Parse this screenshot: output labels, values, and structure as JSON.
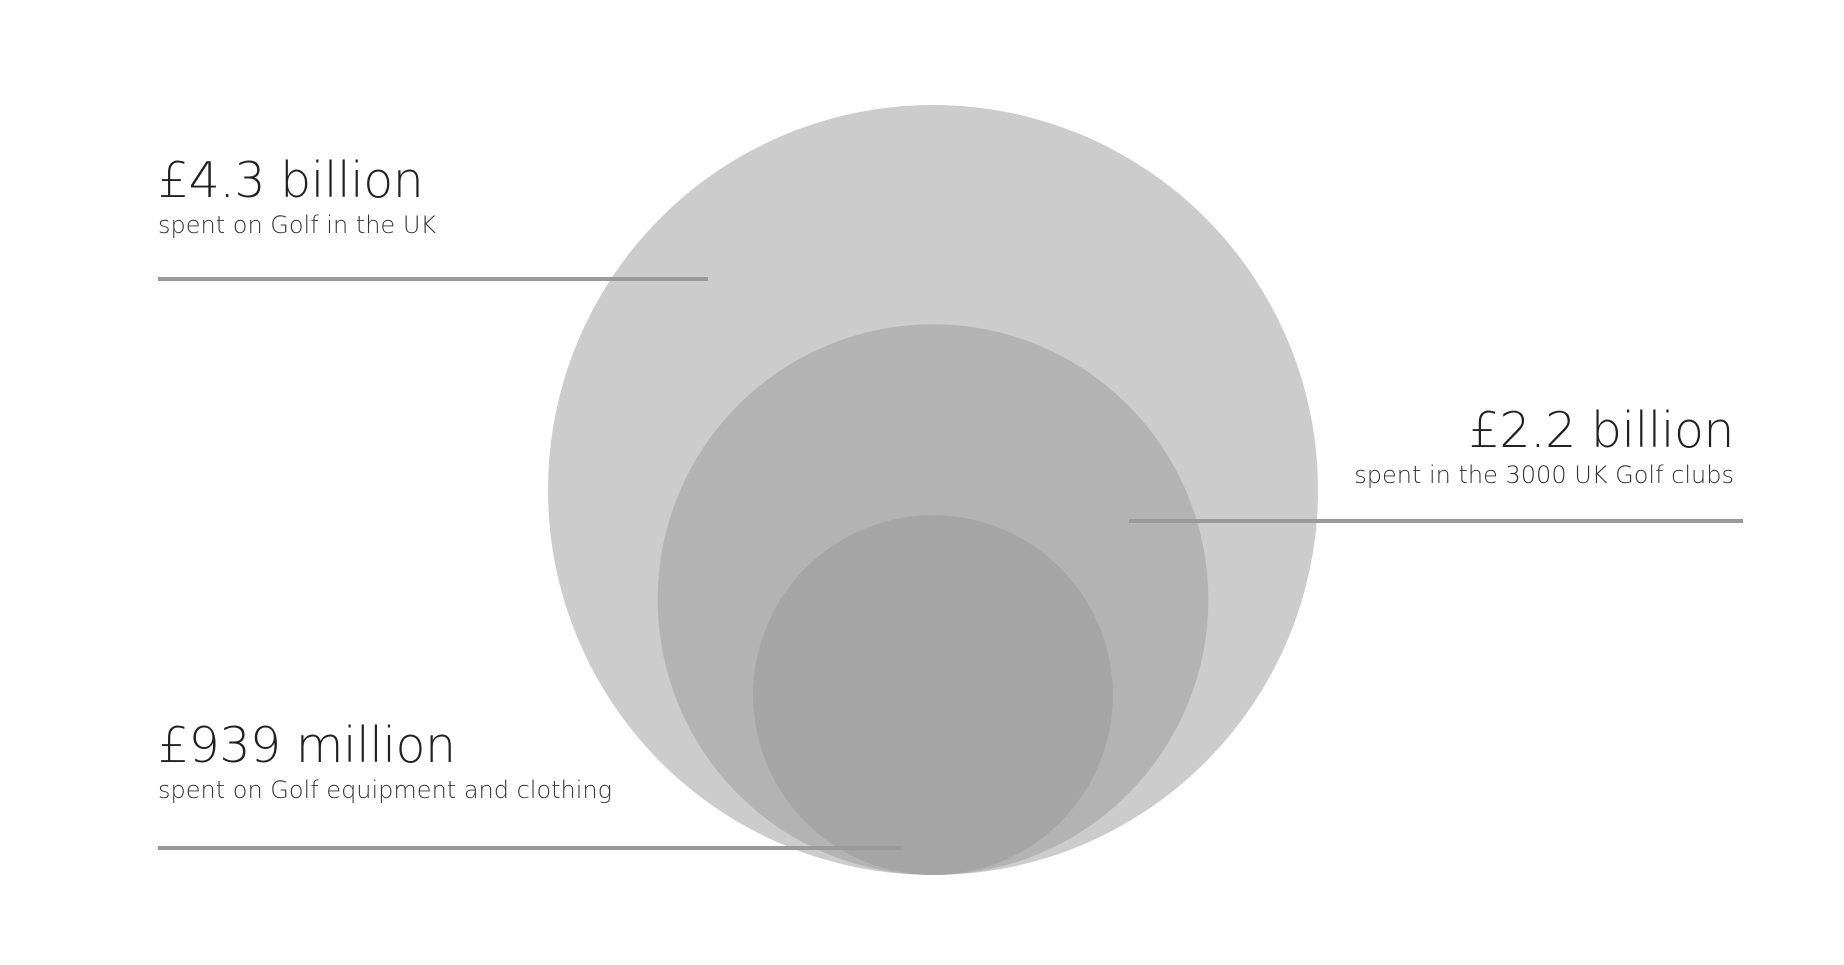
{
  "chart_data": {
    "type": "bubble",
    "nested": true,
    "series": [
      {
        "value_text": "£4.3 billion",
        "description": "spent on Golf in the UK",
        "value_gbp": 4300000000,
        "color": "#cccccc"
      },
      {
        "value_text": "£2.2 billion",
        "description": "spent in the 3000 UK Golf clubs",
        "value_gbp": 2200000000,
        "color": "#b3b3b3"
      },
      {
        "value_text": "£939 million",
        "description": "spent on Golf equipment and clothing",
        "value_gbp": 939000000,
        "color": "#a5a5a5"
      }
    ],
    "leader_line_color": "#9a9a9a",
    "text_color": "#222222"
  }
}
